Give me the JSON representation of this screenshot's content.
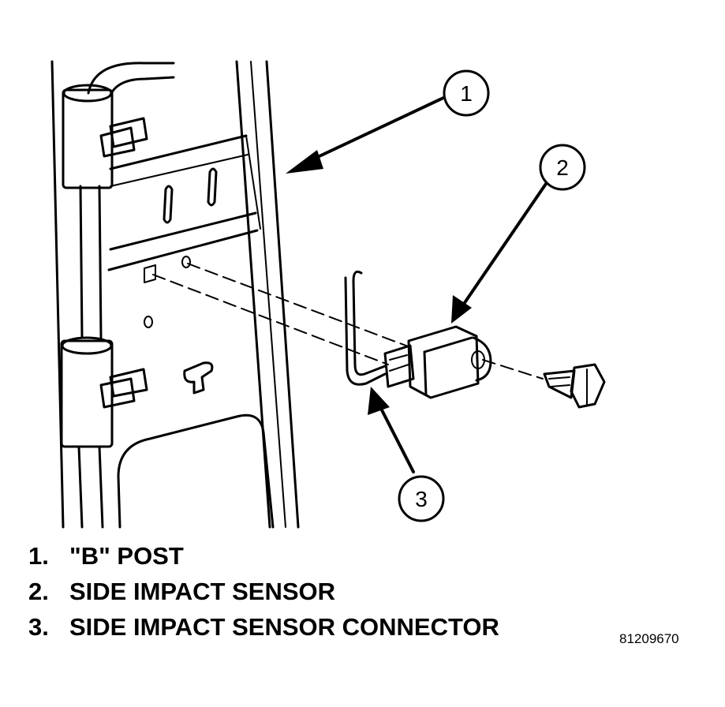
{
  "callouts": [
    {
      "number": "1",
      "label": "\"B\" POST"
    },
    {
      "number": "2",
      "label": "SIDE IMPACT SENSOR"
    },
    {
      "number": "3",
      "label": "SIDE IMPACT SENSOR CONNECTOR"
    }
  ],
  "legend": [
    {
      "number": "1.",
      "label": "\"B\" POST"
    },
    {
      "number": "2.",
      "label": "SIDE IMPACT SENSOR"
    },
    {
      "number": "3.",
      "label": "SIDE IMPACT SENSOR CONNECTOR"
    }
  ],
  "figure_id": "81209670"
}
